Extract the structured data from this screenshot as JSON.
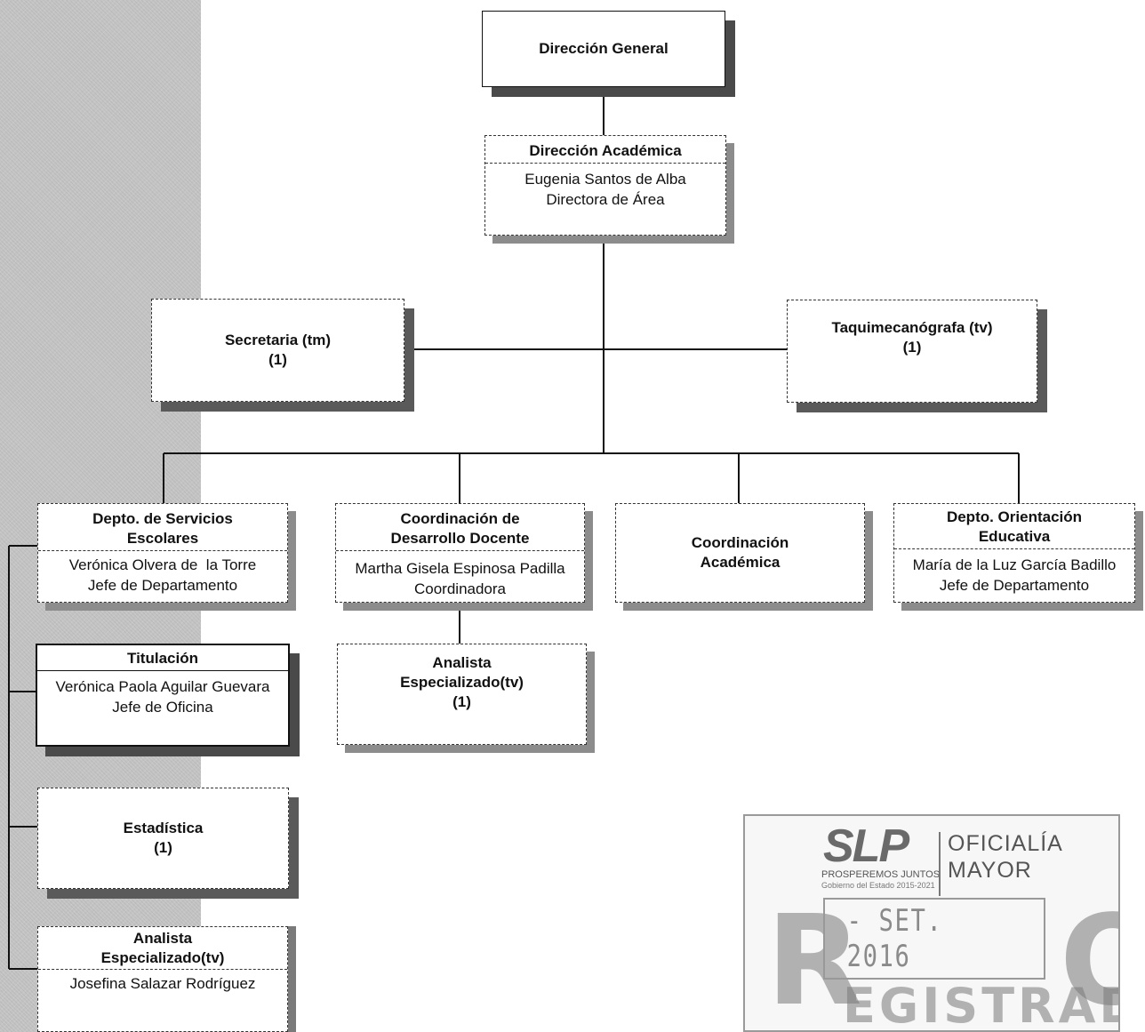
{
  "nodes": {
    "direccion_general": {
      "title": "Dirección General"
    },
    "direccion_academica": {
      "title": "Dirección Académica",
      "name": "Eugenia Santos de Alba",
      "role": "Directora de Área"
    },
    "secretaria": {
      "title": "Secretaria (tm)",
      "count": "(1)"
    },
    "taquimecanografa": {
      "title": "Taquimecanógrafa (tv)",
      "count": "(1)"
    },
    "servicios_escolares": {
      "title_line1": "Depto. de Servicios",
      "title_line2": "Escolares",
      "name": "Verónica Olvera de  la Torre",
      "role": "Jefe de Departamento"
    },
    "desarrollo_docente": {
      "title_line1": "Coordinación de",
      "title_line2": "Desarrollo Docente",
      "name": "Martha Gisela Espinosa Padilla",
      "role": "Coordinadora"
    },
    "coordinacion_academica": {
      "title_line1": "Coordinación",
      "title_line2": "Académica"
    },
    "orientacion_educativa": {
      "title_line1": "Depto. Orientación",
      "title_line2": "Educativa",
      "name": "María de la Luz García Badillo",
      "role": "Jefe de Departamento"
    },
    "analista_docente": {
      "title_line1": "Analista",
      "title_line2": "Especializado(tv)",
      "count": "(1)"
    },
    "titulacion": {
      "title": "Titulación",
      "name": "Verónica Paola Aguilar Guevara",
      "role": "Jefe de Oficina"
    },
    "estadistica": {
      "title": "Estadística",
      "count": "(1)"
    },
    "analista_escolares": {
      "title_line1": "Analista",
      "title_line2": "Especializado(tv)",
      "name": "Josefina Salazar Rodríguez"
    }
  },
  "stamp": {
    "logo": "SLP",
    "tagline": "PROSPEREMOS JUNTOS",
    "sub": "Gobierno del Estado 2015-2021",
    "office_line1": "OFICIALÍA",
    "office_line2": "MAYOR",
    "date": "- SET. 2016",
    "word_first": "R",
    "word_middle": "EGISTRAD",
    "word_last": "O"
  }
}
